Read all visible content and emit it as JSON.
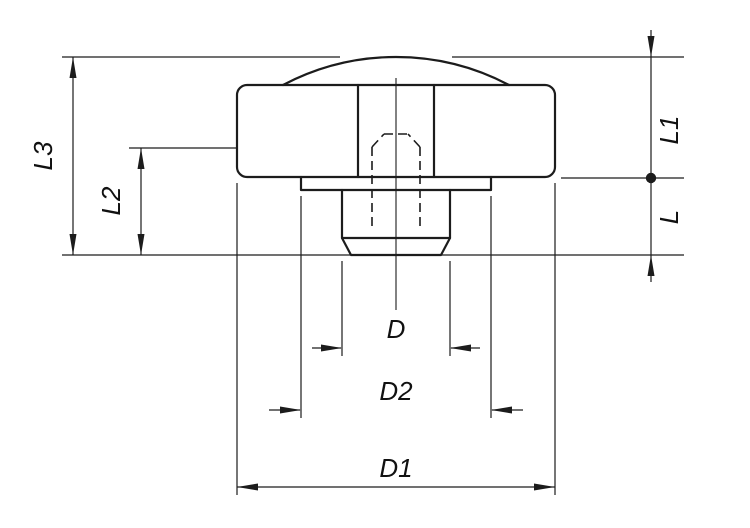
{
  "drawing": {
    "type": "technical-dimension-drawing",
    "subject": "knob-with-threaded-stud-side-view",
    "background": "#ffffff",
    "line_color": "#1c1c1c"
  },
  "dimensions": {
    "l3": "L3",
    "l2": "L2",
    "l1": "L1",
    "l": "L",
    "d": "D",
    "d2": "D2",
    "d1": "D1"
  }
}
